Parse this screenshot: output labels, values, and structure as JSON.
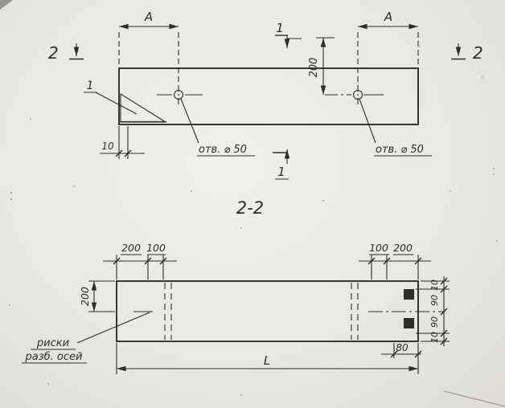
{
  "paper": {
    "background": "#e9e8e3",
    "ink": "#2e2d29"
  },
  "top_view": {
    "dim_a_left": "A",
    "dim_a_right": "A",
    "cut2_left": "2",
    "cut2_right": "2",
    "cut1_top": "1",
    "cut1_bottom": "1",
    "dim_200": "200",
    "hole_left_label": "отв. ⌀ 50",
    "hole_right_label": "отв. ⌀ 50",
    "detail_ref": "1",
    "dim_10": "10"
  },
  "section_view": {
    "title": "2-2",
    "dim_tl_200": "200",
    "dim_tl_100": "100",
    "dim_tr_100": "100",
    "dim_tr_200": "200",
    "dim_left_200": "200",
    "dim_r_10_top": "10",
    "dim_r_90_top": "90",
    "dim_r_90_bot": "90",
    "dim_r_10_bot": "10",
    "dim_80": "80",
    "dim_length": "L",
    "note_line1": "риски",
    "note_line2": "разб. осей"
  }
}
